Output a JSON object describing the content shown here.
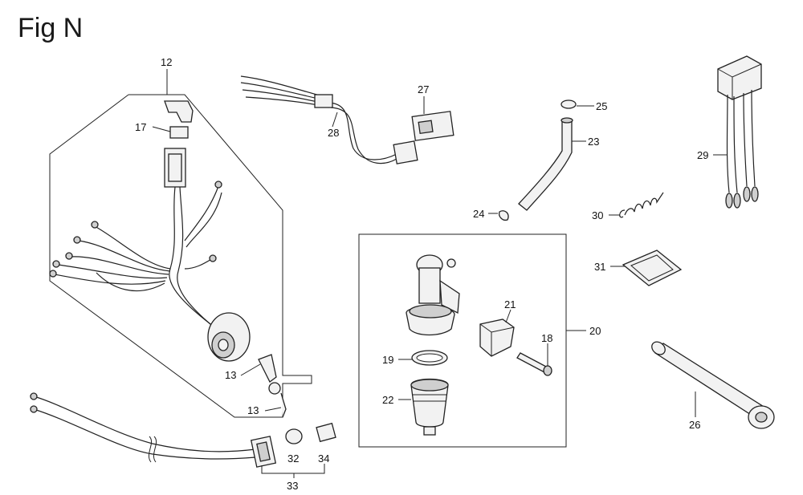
{
  "figure": {
    "title": "Fig N"
  },
  "callouts": {
    "c12": "12",
    "c17": "17",
    "c13a": "13",
    "c13b": "13",
    "c28": "28",
    "c27": "27",
    "c25": "25",
    "c23": "23",
    "c24": "24",
    "c30": "30",
    "c29": "29",
    "c31": "31",
    "c21": "21",
    "c18": "18",
    "c20": "20",
    "c19": "19",
    "c22": "22",
    "c26": "26",
    "c32": "32",
    "c34": "34",
    "c33": "33"
  }
}
